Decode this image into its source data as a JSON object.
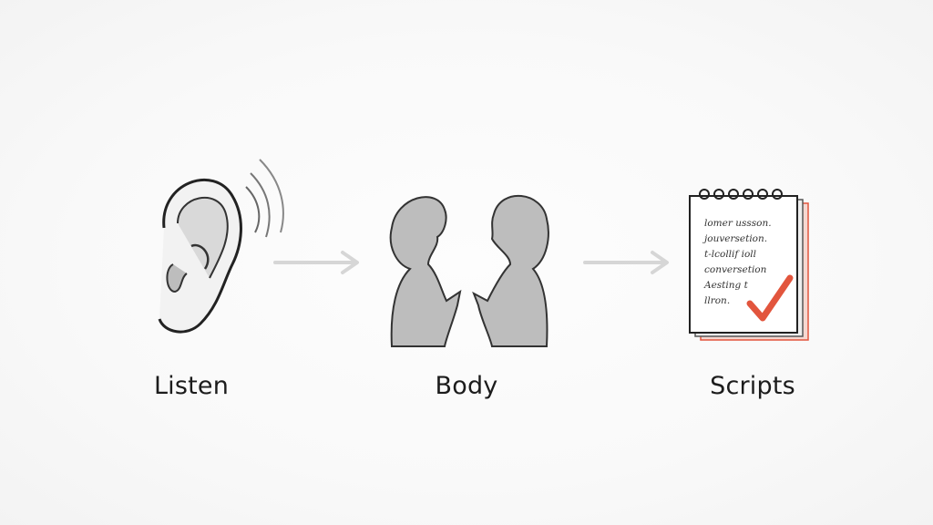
{
  "diagram": {
    "steps": [
      {
        "label": "Listen",
        "icon": "ear-icon"
      },
      {
        "label": "Body",
        "icon": "two-people-talking-icon"
      },
      {
        "label": "Scripts",
        "icon": "notepad-checkmark-icon"
      }
    ],
    "connectors": [
      "arrow-right",
      "arrow-right"
    ],
    "notepad_lines": [
      "lomer ussson.",
      "jouversetion.",
      "t-lcollif ioll",
      "conversetion",
      "Aesting t",
      "llron."
    ],
    "colors": {
      "background": "#f9f9f9",
      "ink": "#222222",
      "silhouette": "#b8b8b8",
      "arrow": "#d6d6d6",
      "accent": "#e2553d"
    }
  }
}
